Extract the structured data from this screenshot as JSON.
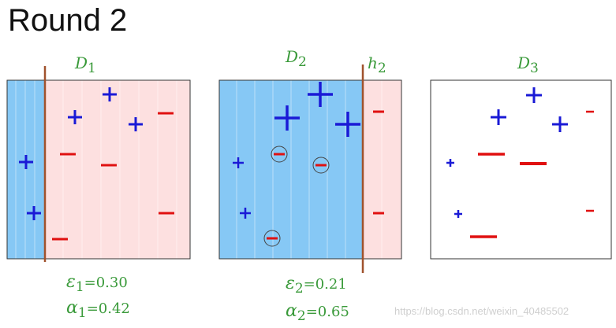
{
  "heading": "Round 2",
  "panels": [
    {
      "id": "d1",
      "label_letter": "D",
      "label_index": "1",
      "hypothesis": null,
      "stats": [
        {
          "symbol": "ε",
          "index": "1",
          "value": "=0.30"
        },
        {
          "symbol": "α",
          "index": "1",
          "value": "=0.42"
        }
      ]
    },
    {
      "id": "d2",
      "label_letter": "D",
      "label_index": "2",
      "hypothesis": {
        "letter": "h",
        "index": "2"
      },
      "stats": [
        {
          "symbol": "ε",
          "index": "2",
          "value": "=0.21"
        },
        {
          "symbol": "α",
          "index": "2",
          "value": "=0.65"
        }
      ]
    },
    {
      "id": "d3",
      "label_letter": "D",
      "label_index": "3",
      "hypothesis": null,
      "stats": []
    }
  ],
  "watermark": "https://blog.csdn.net/weixin_40485502",
  "colors": {
    "positive": "#1a1ad6",
    "negative": "#e01010",
    "region_positive": "#86c8f5",
    "region_negative": "#fde0e0",
    "boundary": "#a0522d",
    "label": "#3a9a3a",
    "frame": "#333333",
    "misclassified_ring": "#444444"
  },
  "icons": {
    "positive": "plus-sign",
    "negative": "minus-sign",
    "misclassified": "circle-outline"
  }
}
